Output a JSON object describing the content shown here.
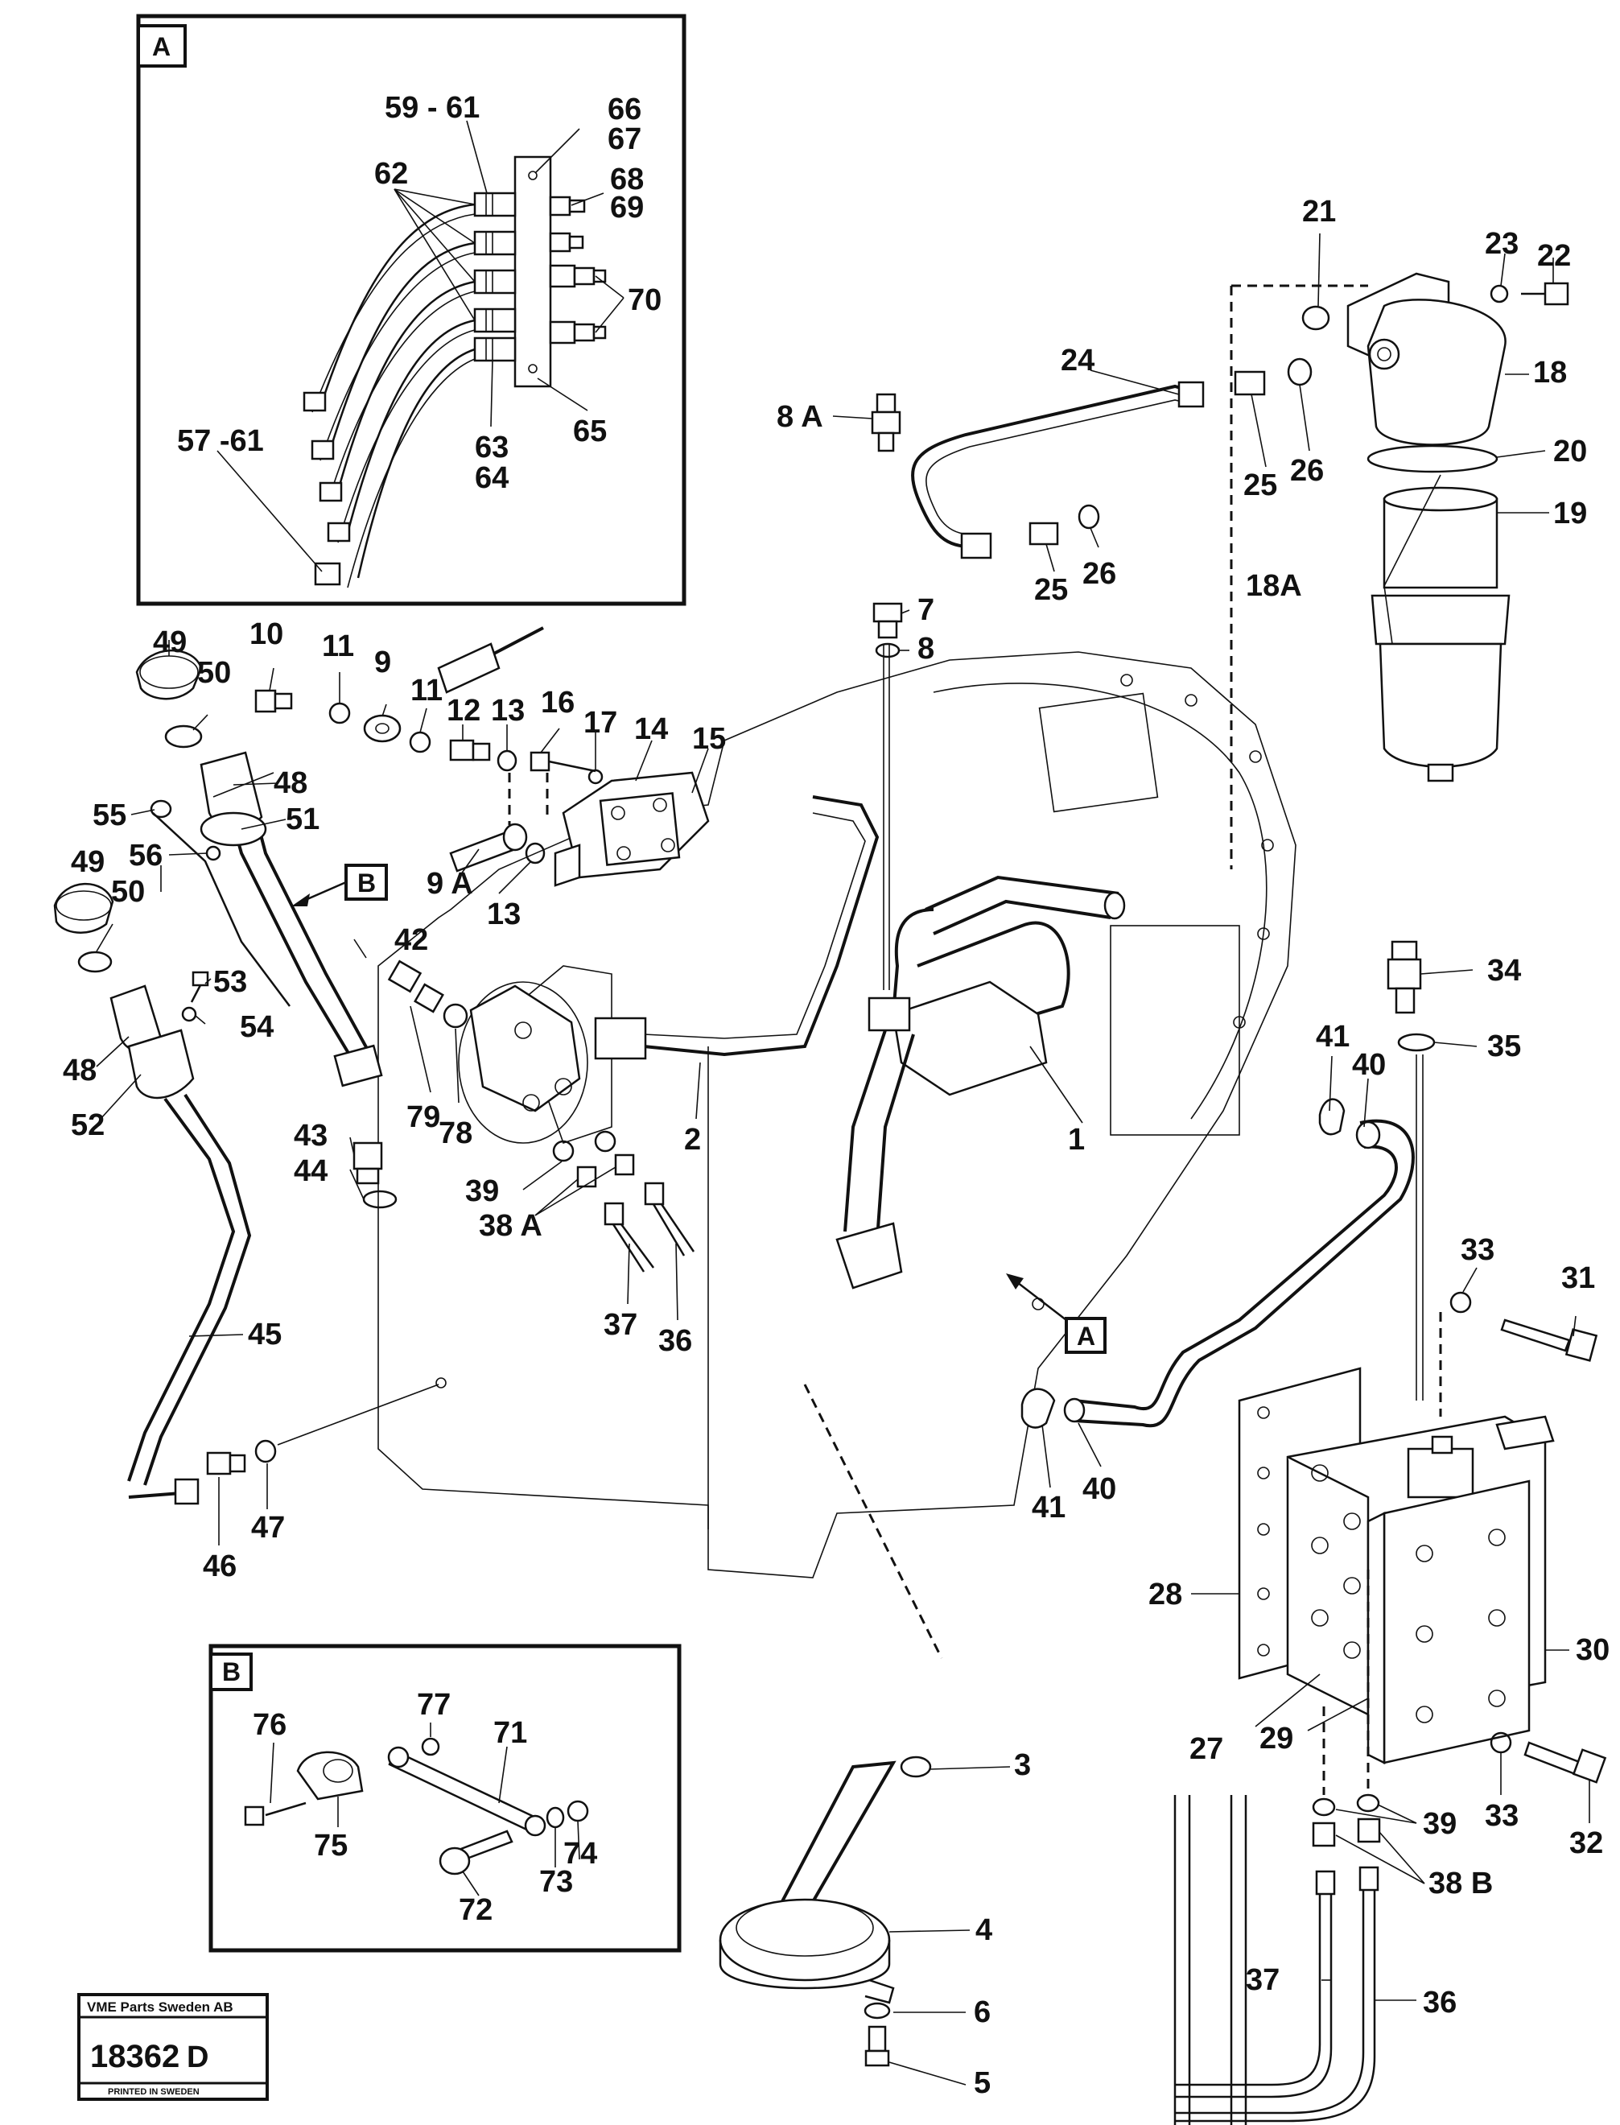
{
  "callouts": {
    "c1": "1",
    "c2": "2",
    "c3": "3",
    "c4": "4",
    "c5": "5",
    "c6": "6",
    "c7": "7",
    "c8": "8",
    "c8A": "8 A",
    "c9": "9",
    "c9A": "9 A",
    "c10": "10",
    "c11a": "11",
    "c11b": "11",
    "c12": "12",
    "c13a": "13",
    "c13b": "13",
    "c14": "14",
    "c15": "15",
    "c16": "16",
    "c17": "17",
    "c18": "18",
    "c18A": "18A",
    "c19": "19",
    "c20": "20",
    "c21": "21",
    "c22": "22",
    "c23": "23",
    "c24": "24",
    "c25a": "25",
    "c25b": "25",
    "c26a": "26",
    "c26b": "26",
    "c27": "27",
    "c28": "28",
    "c29": "29",
    "c30": "30",
    "c31": "31",
    "c32": "32",
    "c33a": "33",
    "c33b": "33",
    "c34": "34",
    "c35": "35",
    "c36a": "36",
    "c36b": "36",
    "c37a": "37",
    "c37b": "37",
    "c38A": "38 A",
    "c38B": "38 B",
    "c39a": "39",
    "c39b": "39",
    "c40a": "40",
    "c40b": "40",
    "c41a": "41",
    "c41b": "41",
    "c42": "42",
    "c43": "43",
    "c44": "44",
    "c45": "45",
    "c46": "46",
    "c47": "47",
    "c48a": "48",
    "c48b": "48",
    "c49a": "49",
    "c49b": "49",
    "c50a": "50",
    "c50b": "50",
    "c51": "51",
    "c52": "52",
    "c53": "53",
    "c54": "54",
    "c55": "55",
    "c56": "56",
    "c78": "78",
    "c79": "79"
  },
  "inset_a": {
    "tag": "A",
    "c57_61": "57 -61",
    "c59_61": "59 - 61",
    "c62": "62",
    "c63": "63",
    "c64": "64",
    "c65": "65",
    "c66": "66",
    "c67": "67",
    "c68": "68",
    "c69": "69",
    "c70": "70"
  },
  "inset_b": {
    "tag": "B",
    "c71": "71",
    "c72": "72",
    "c73": "73",
    "c74": "74",
    "c75": "75",
    "c76": "76",
    "c77": "77"
  },
  "view_markers": {
    "a": "A",
    "b": "B"
  },
  "stamp": {
    "company": "VME Parts Sweden AB",
    "drawing_number": "18362",
    "revision": "D",
    "printed": "PRINTED IN SWEDEN"
  }
}
